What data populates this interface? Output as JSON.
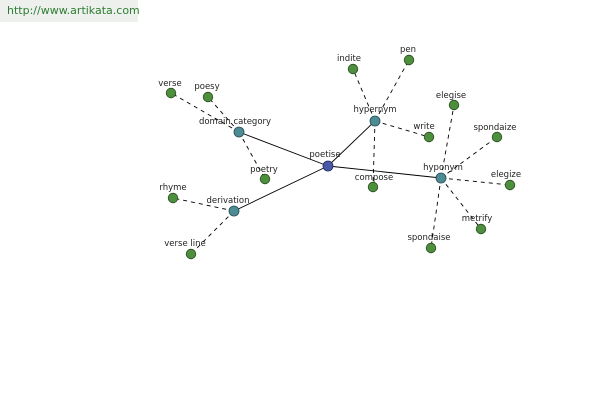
{
  "site": {
    "url": "http://www.artikata.com"
  },
  "graph": {
    "root": "poetise",
    "relations": [
      "domain category",
      "derivation",
      "hypernym",
      "hyponym"
    ],
    "leaves": {
      "domain category": [
        "verse",
        "poesy",
        "poetry"
      ],
      "derivation": [
        "rhyme",
        "verse line"
      ],
      "hypernym": [
        "indite",
        "pen",
        "write",
        "compose"
      ],
      "hyponym": [
        "elegise",
        "spondaize",
        "elegize",
        "metrify",
        "spondaise"
      ]
    }
  }
}
